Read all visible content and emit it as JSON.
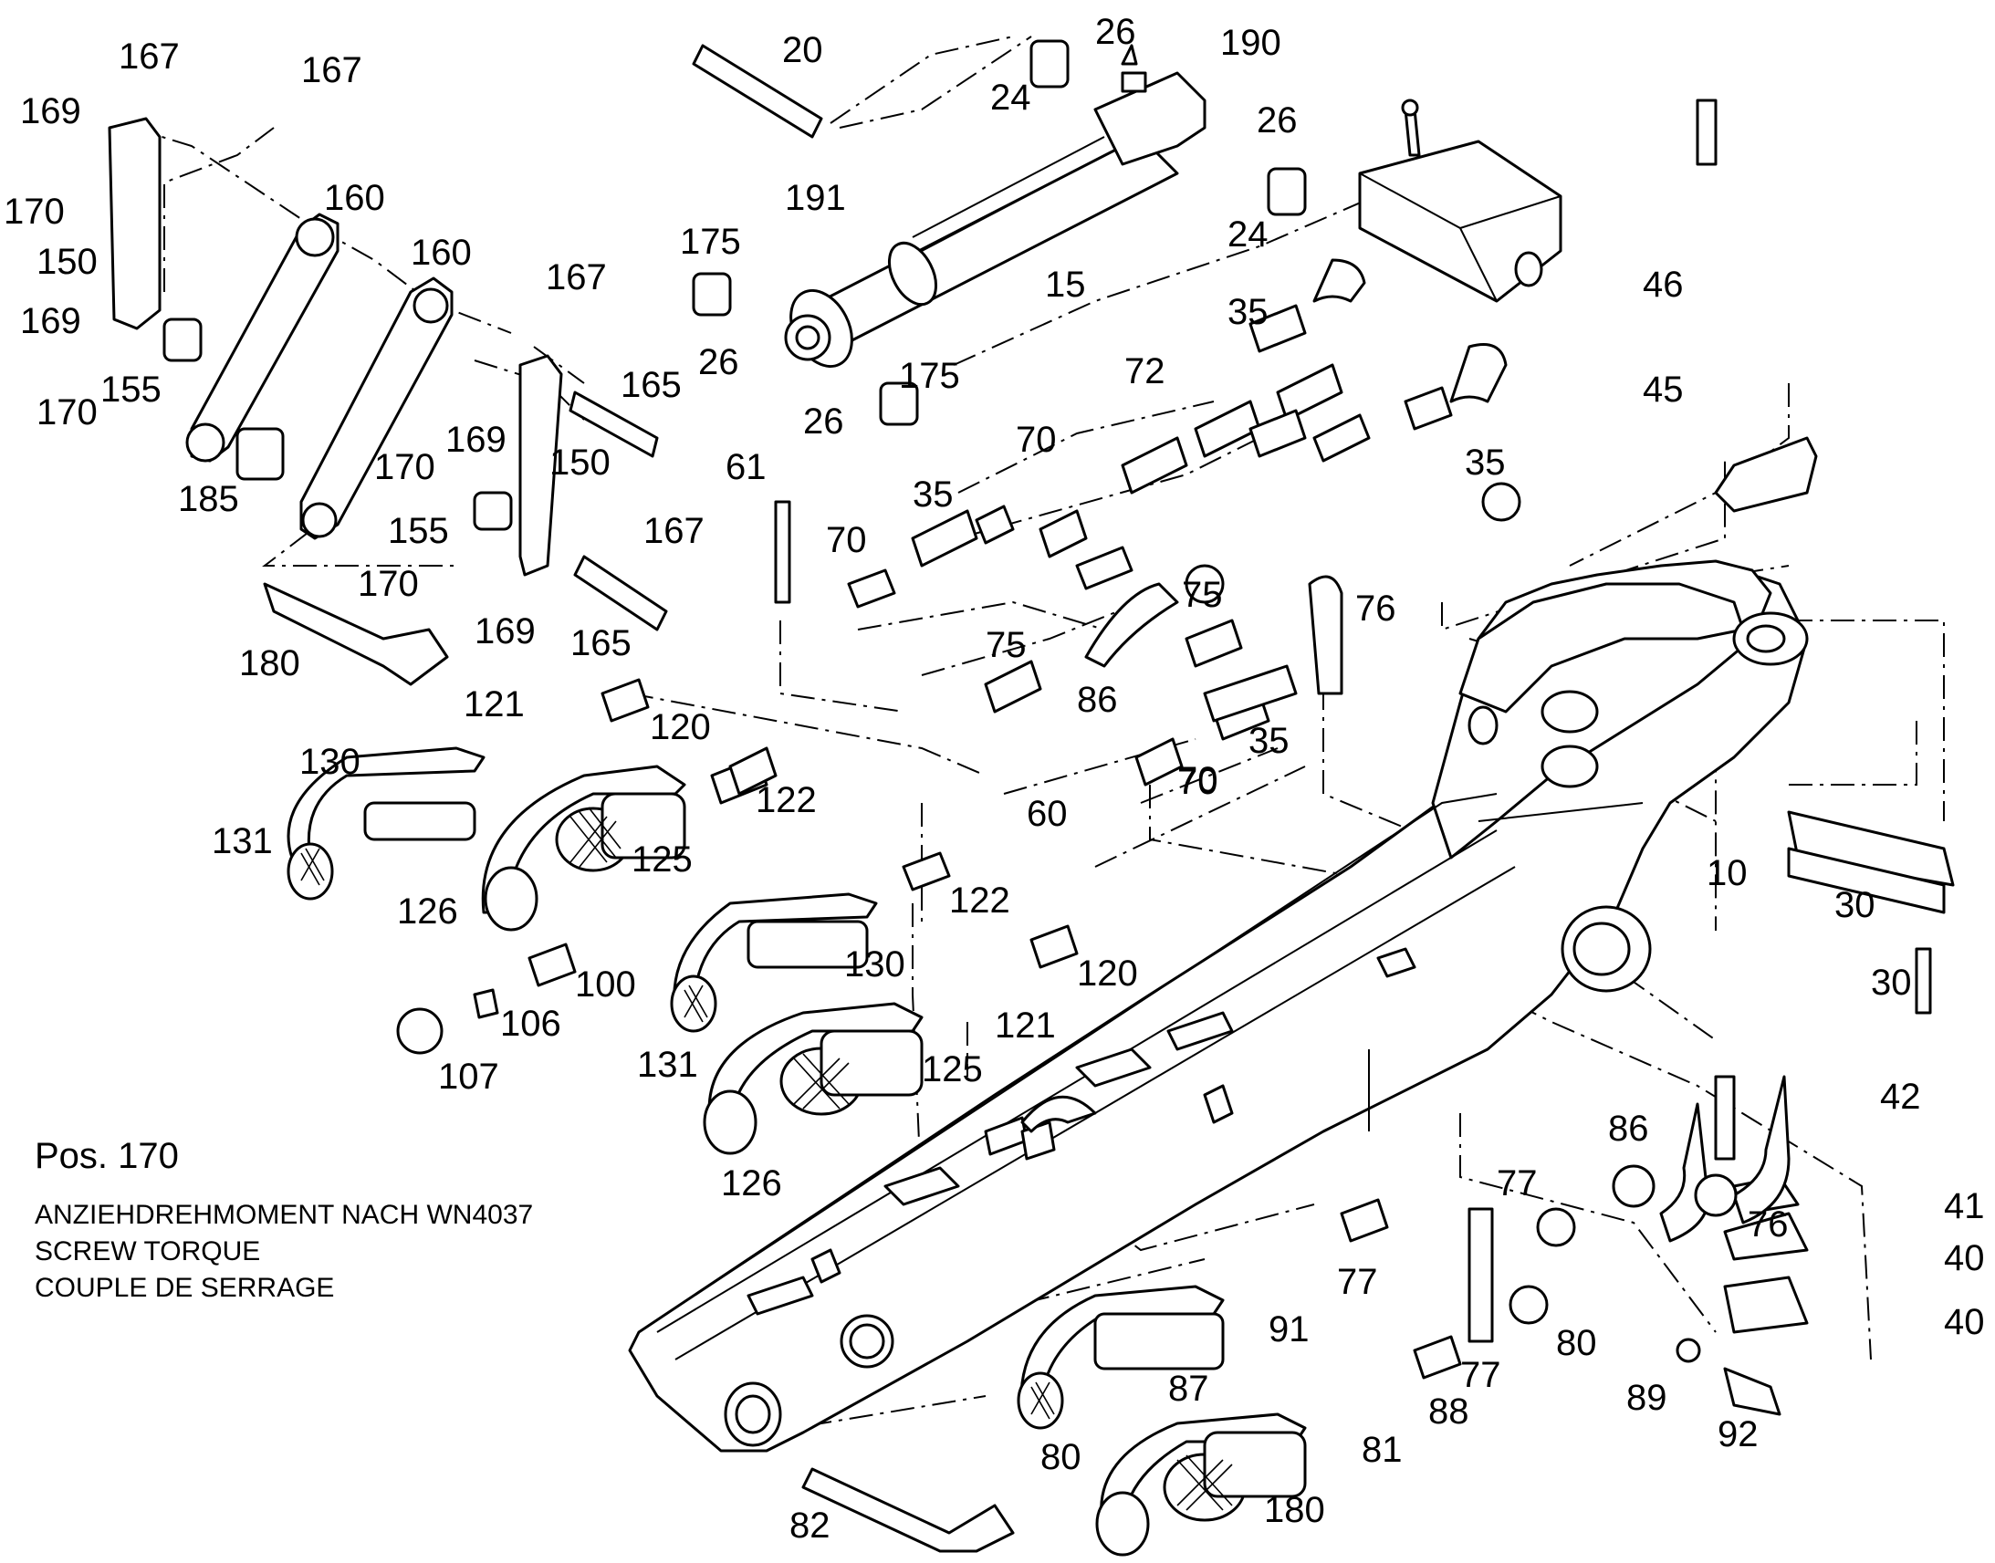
{
  "note": {
    "title": "Pos. 170",
    "lines": [
      "ANZIEHDREHMOMENT  NACH WN4037",
      "SCREW TORQUE",
      "COUPLE DE SERRAGE"
    ]
  },
  "callouts": [
    "167",
    "167",
    "169",
    "170",
    "150",
    "169",
    "155",
    "170",
    "160",
    "160",
    "185",
    "180",
    "167",
    "170",
    "169",
    "150",
    "165",
    "155",
    "167",
    "170",
    "169",
    "165",
    "20",
    "26",
    "190",
    "24",
    "26",
    "24",
    "191",
    "175",
    "26",
    "175",
    "26",
    "15",
    "35",
    "72",
    "35",
    "46",
    "45",
    "70",
    "35",
    "70",
    "61",
    "70",
    "75",
    "75",
    "76",
    "86",
    "35",
    "70",
    "121",
    "120",
    "122",
    "60",
    "130",
    "131",
    "125",
    "126",
    "122",
    "100",
    "106",
    "107",
    "130",
    "120",
    "121",
    "131",
    "125",
    "126",
    "10",
    "30",
    "30",
    "42",
    "86",
    "41",
    "77",
    "76",
    "40",
    "77",
    "40",
    "80",
    "91",
    "87",
    "77",
    "88",
    "89",
    "92",
    "80",
    "81",
    "180",
    "82"
  ]
}
